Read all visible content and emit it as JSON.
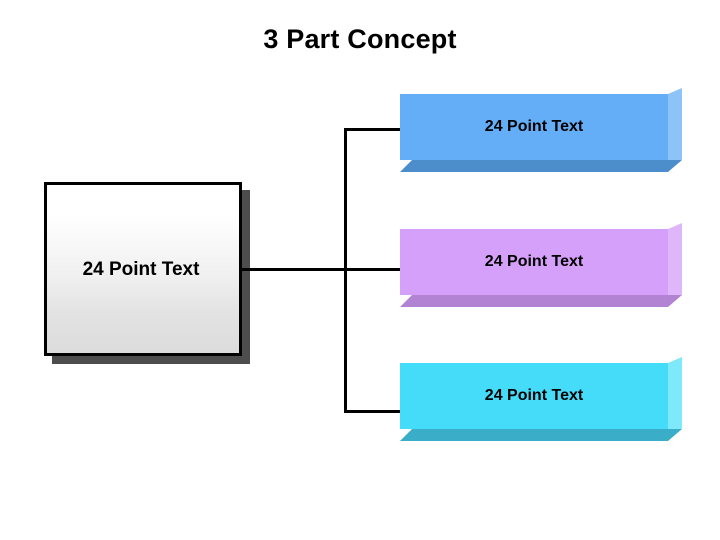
{
  "slide": {
    "title": "3 Part Concept",
    "background_color": "#ffffff"
  },
  "main_box": {
    "label": "24 Point Text",
    "fill_top_color": "#ffffff",
    "fill_bottom_color": "#dcdcdc",
    "border_color": "#000000",
    "shadow_color": "#4d4d4d"
  },
  "connectors": {
    "line_color": "#000000"
  },
  "boxes": [
    {
      "label": "24 Point Text",
      "name": "blue",
      "front_color": "#64aef8",
      "side_color": "#8cc4fa",
      "bottom_color": "#4b8ecb"
    },
    {
      "label": "24 Point Text",
      "name": "purple",
      "front_color": "#d5a0fa",
      "side_color": "#e0b6fb",
      "bottom_color": "#b183d2"
    },
    {
      "label": "24 Point Text",
      "name": "cyan",
      "front_color": "#45dcfa",
      "side_color": "#7de9fb",
      "bottom_color": "#3aaec9"
    }
  ]
}
